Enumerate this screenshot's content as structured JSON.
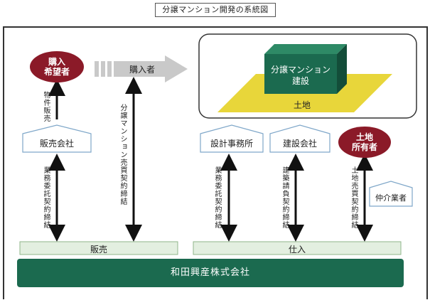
{
  "title": "分譲マンション開発の系統図",
  "colors": {
    "maroon": "#8b1a28",
    "dark_green": "#1b6a4f",
    "yellow": "#e8d63a",
    "light_green": "#e3efe0",
    "grey_arrow": "#c9c9c9",
    "house_border": "#7fa7c9"
  },
  "nodes": {
    "buyer_wish": "購入\n希望者",
    "buyer": "購入者",
    "sales_company": "販売会社",
    "mansion": "分譲マンション\n建設",
    "land": "土地",
    "design_office": "設計事務所",
    "construction_company": "建設会社",
    "land_owner": "土地\n所有者",
    "broker": "仲介業者",
    "company": "和田興産株式会社"
  },
  "bars": {
    "sales": "販売",
    "purchase": "仕入"
  },
  "edge_labels": {
    "property_sales": "物件販売",
    "sales_contract": "業務委託契約締結",
    "mansion_contract": "分譲マンション売買契約締結",
    "design_contract": "業務委託契約締結",
    "construction_contract": "建築請負契約締結",
    "land_contract": "土地売買契約締結"
  }
}
